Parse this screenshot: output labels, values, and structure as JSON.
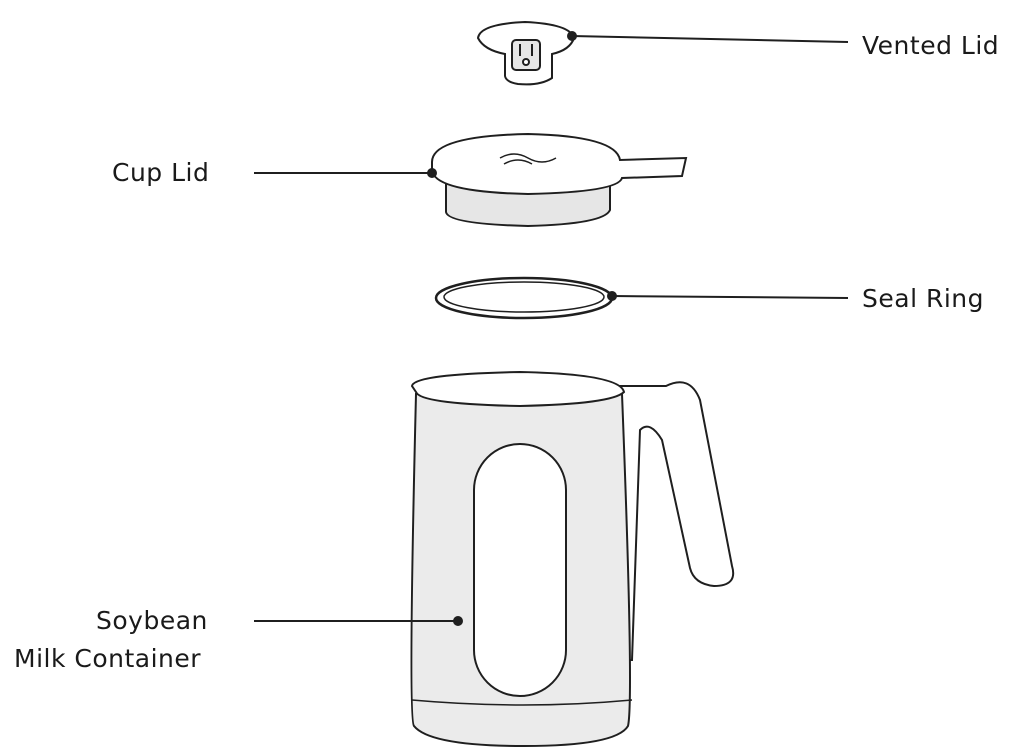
{
  "labels": {
    "vented_lid": "Vented Lid",
    "cup_lid": "Cup Lid",
    "seal_ring": "Seal Ring",
    "container_line1": "Soybean",
    "container_line2": "Milk Container"
  },
  "colors": {
    "line": "#1f1f1f",
    "fill_light": "#ebebeb",
    "fill_white": "#ffffff",
    "text": "#1a1a1a"
  }
}
